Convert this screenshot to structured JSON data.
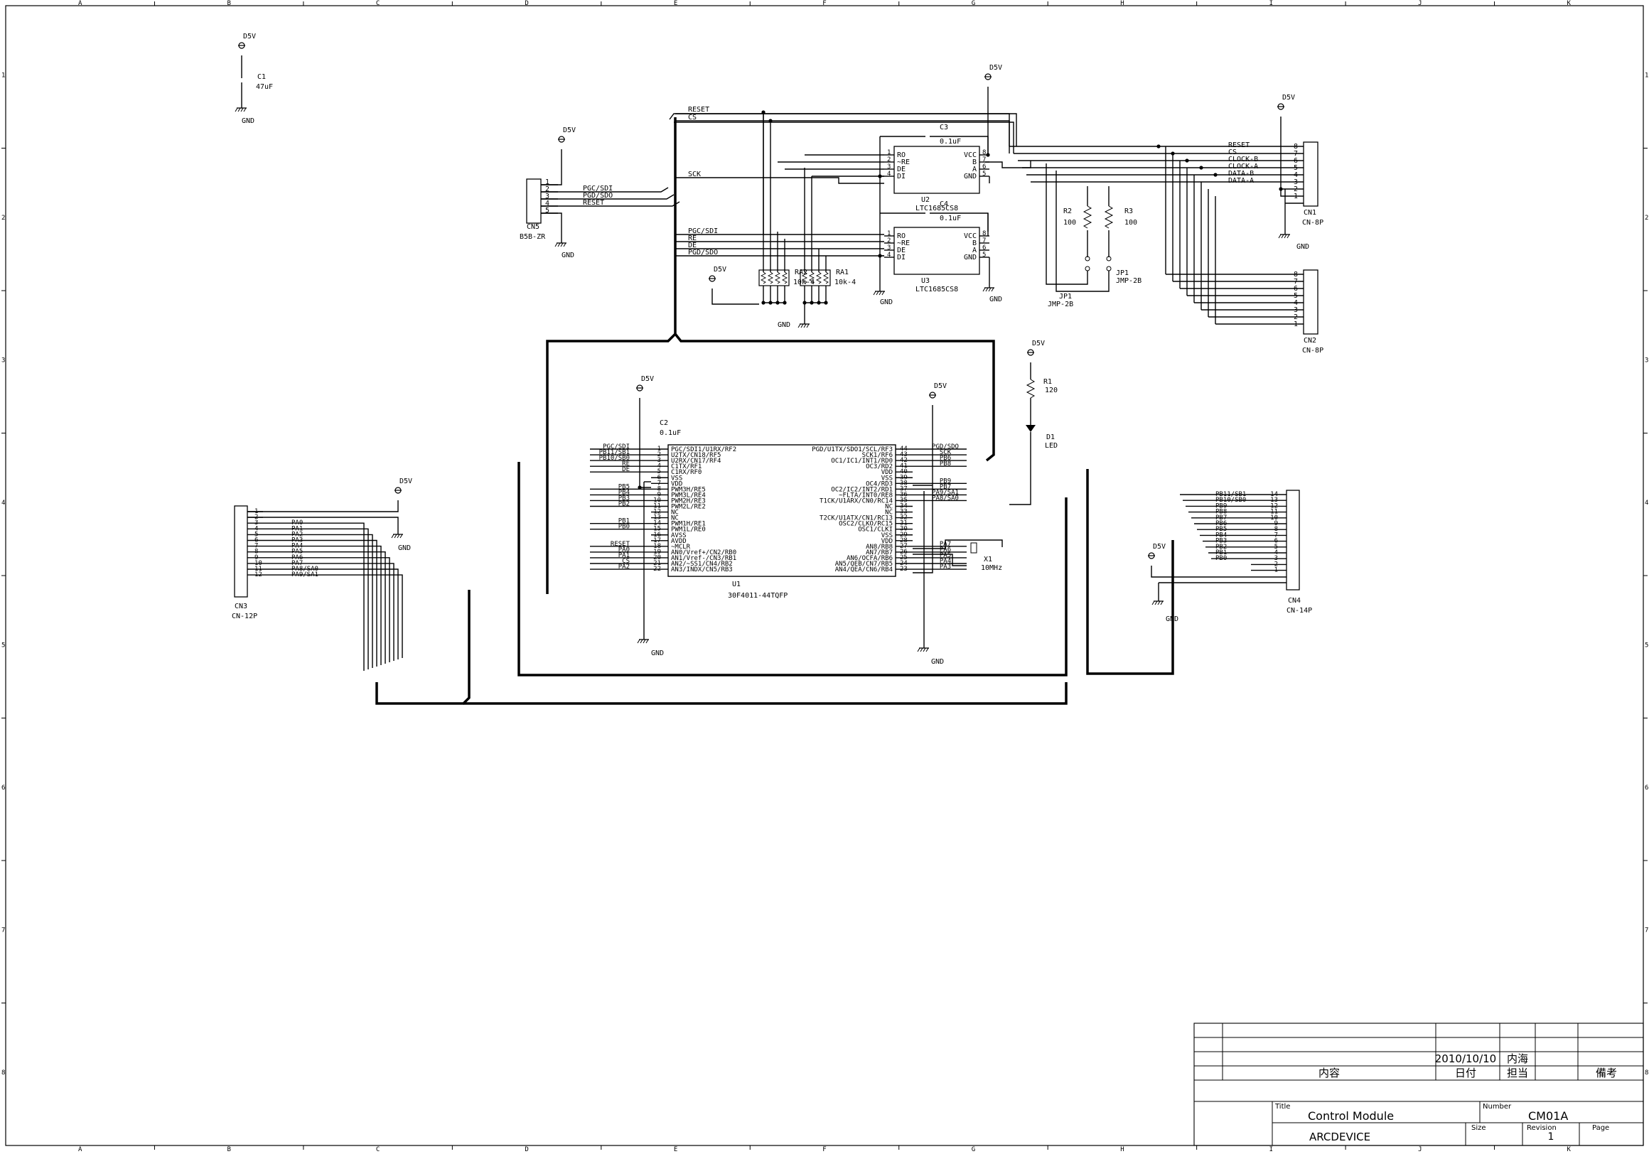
{
  "border": {
    "columns": [
      "A",
      "B",
      "C",
      "D",
      "E",
      "F",
      "G",
      "H",
      "I",
      "J",
      "K"
    ],
    "rows": [
      "1",
      "2",
      "3",
      "4",
      "5",
      "6",
      "7",
      "8"
    ]
  },
  "title_block": {
    "date": "2010/10/10",
    "person": "内海",
    "header_contents": "内容",
    "header_date": "日付",
    "header_person": "担当",
    "header_remarks": "備考",
    "title_label": "Title",
    "title": "Control Module",
    "company": "ARCDEVICE",
    "number_label": "Number",
    "number": "CM01A",
    "size_label": "Size",
    "revision_label": "Revision",
    "revision": "1",
    "page_label": "Page"
  },
  "components": {
    "C1": {
      "ref": "C1",
      "value": "47uF",
      "power": "D5V",
      "gnd": "GND"
    },
    "CN5": {
      "ref": "CN5",
      "value": "B5B-ZR",
      "power": "D5V",
      "gnd": "GND",
      "pins": [
        "1",
        "2",
        "3",
        "4",
        "5"
      ],
      "signals": [
        "PGC/SDI",
        "PGD/SDO",
        "RESET"
      ]
    },
    "C3": {
      "ref": "C3",
      "value": "0.1uF"
    },
    "C4": {
      "ref": "C4",
      "value": "0.1uF"
    },
    "U2": {
      "ref": "U2",
      "value": "LTC1685CS8",
      "left_pins": [
        "RO",
        "~RE",
        "DE",
        "DI"
      ],
      "left_nums": [
        "1",
        "2",
        "3",
        "4"
      ],
      "right_pins": [
        "VCC",
        "B",
        "A",
        "GND"
      ],
      "right_nums": [
        "8",
        "7",
        "6",
        "5"
      ]
    },
    "U3": {
      "ref": "U3",
      "value": "LTC1685CS8",
      "left_pins": [
        "RO",
        "~RE",
        "DE",
        "DI"
      ],
      "left_nums": [
        "1",
        "2",
        "3",
        "4"
      ],
      "right_pins": [
        "VCC",
        "B",
        "A",
        "GND"
      ],
      "right_nums": [
        "8",
        "7",
        "6",
        "5"
      ]
    },
    "RA2": {
      "ref": "RA2",
      "value": "10k-4"
    },
    "RA1": {
      "ref": "RA1",
      "value": "10k-4"
    },
    "R2": {
      "ref": "R2",
      "value": "100"
    },
    "R3": {
      "ref": "R3",
      "value": "100"
    },
    "JP1a": {
      "ref": "JP1",
      "value": "JMP-2B"
    },
    "JP1b": {
      "ref": "JP1",
      "value": "JMP-2B"
    },
    "CN1": {
      "ref": "CN1",
      "value": "CN-8P",
      "power": "D5V",
      "gnd": "GND",
      "pins": [
        "8",
        "7",
        "6",
        "5",
        "4",
        "3",
        "2",
        "1"
      ],
      "signals": [
        "RESET",
        "CS",
        "CLOCK-B",
        "CLOCK-A",
        "DATA-B",
        "DATA-A"
      ]
    },
    "CN2": {
      "ref": "CN2",
      "value": "CN-8P",
      "pins": [
        "8",
        "7",
        "6",
        "5",
        "4",
        "3",
        "2",
        "1"
      ]
    },
    "C2": {
      "ref": "C2",
      "value": "0.1uF",
      "power": "D5V",
      "gnd": "GND"
    },
    "R1": {
      "ref": "R1",
      "value": "120",
      "power": "D5V"
    },
    "D1": {
      "ref": "D1",
      "value": "LED"
    },
    "X1": {
      "ref": "X1",
      "value": "10MHz"
    },
    "U1": {
      "ref": "U1",
      "value": "30F4011-44TQFP",
      "power_top": "D5V",
      "power_right": "D5V",
      "gnd_left": "GND",
      "gnd_right": "GND",
      "left_pins": [
        "PGC/SDI1/U1RX/RF2",
        "U2TX/CN18/RF5",
        "U2RX/CN17/RF4",
        "C1TX/RF1",
        "C1RX/RF0",
        "VSS",
        "VDD",
        "PWM3H/RE5",
        "PWM3L/RE4",
        "PWM2H/RE3",
        "PWM2L/RE2",
        "NC",
        "NC",
        "PWM1H/RE1",
        "PWM1L/RE0",
        "AVSS",
        "AVDD",
        "~MCLR",
        "AN0/Vref+/CN2/RB0",
        "AN1/Vref-/CN3/RB1",
        "AN2/~SS1/CN4/RB2",
        "AN3/INDX/CN5/RB3"
      ],
      "left_nums": [
        "1",
        "2",
        "3",
        "4",
        "5",
        "6",
        "7",
        "8",
        "9",
        "10",
        "11",
        "12",
        "13",
        "14",
        "15",
        "16",
        "17",
        "18",
        "19",
        "20",
        "21",
        "22"
      ],
      "left_nets": [
        "PGC/SDI",
        "PB11/SB1",
        "PB10/SB0",
        "RE",
        "DE",
        "",
        "",
        "PB5",
        "PB4",
        "PB3",
        "PB2",
        "",
        "",
        "PB1",
        "PB0",
        "",
        "",
        "RESET",
        "PA0",
        "PA1",
        "CS",
        "PA2"
      ],
      "right_pins": [
        "PGD/U1TX/SDO1/SCL/RF3",
        "SCK1/RF6",
        "OC1/IC1/INT1/RD0",
        "OC3/RD2",
        "VDD",
        "VSS",
        "OC4/RD3",
        "OC2/IC2/INT2/RD1",
        "~FLTA/INT0/RE8",
        "T1CK/U1ARX/CN0/RC14",
        "NC",
        "NC",
        "T2CK/U1ATX/CN1/RC13",
        "OSC2/CLKO/RC15",
        "OSC1/CLKI",
        "VSS",
        "VDD",
        "AN8/RB8",
        "AN7/RB7",
        "AN6/OCFA/RB6",
        "AN5/QEB/CN7/RB5",
        "AN4/QEA/CN6/RB4"
      ],
      "right_nums": [
        "44",
        "43",
        "42",
        "41",
        "40",
        "39",
        "38",
        "37",
        "36",
        "35",
        "34",
        "33",
        "32",
        "31",
        "30",
        "29",
        "28",
        "27",
        "26",
        "25",
        "24",
        "23"
      ],
      "right_nets": [
        "PGD/SDO",
        "SCK",
        "PB6",
        "PB8",
        "",
        "",
        "PB9",
        "PB7",
        "PA9/SA1",
        "PA8/SA0",
        "",
        "",
        "",
        "",
        "",
        "",
        "",
        "PA7",
        "PA6",
        "PA5",
        "PA4",
        "PA3"
      ]
    },
    "CN3": {
      "ref": "CN3",
      "value": "CN-12P",
      "power": "D5V",
      "gnd": "GND",
      "pins": [
        "1",
        "2",
        "3",
        "4",
        "5",
        "6",
        "7",
        "8",
        "9",
        "10",
        "11",
        "12"
      ],
      "nets": [
        "",
        "",
        "PA0",
        "PA1",
        "PA2",
        "PA3",
        "PA4",
        "PA5",
        "PA6",
        "PA7",
        "PA8/SA0",
        "PA9/SA1"
      ]
    },
    "CN4": {
      "ref": "CN4",
      "value": "CN-14P",
      "power": "D5V",
      "gnd": "GND",
      "pins": [
        "14",
        "13",
        "12",
        "11",
        "10",
        "9",
        "8",
        "7",
        "6",
        "5",
        "4",
        "3",
        "2",
        "1"
      ],
      "nets": [
        "PB11/SB1",
        "PB10/SB0",
        "PB9",
        "PB8",
        "PB7",
        "PB6",
        "PB5",
        "PB4",
        "PB3",
        "PB2",
        "PB1",
        "PB0",
        "",
        ""
      ]
    }
  },
  "nets": {
    "top_bus": [
      "RESET",
      "CS",
      "SCK",
      "PGC/SDI",
      "RE",
      "DE",
      "PGD/SDO"
    ]
  },
  "power_labels": {
    "d5v": "D5V",
    "gnd": "GND"
  },
  "rs485": {
    "u2_b": "B",
    "u2_a": "A"
  }
}
